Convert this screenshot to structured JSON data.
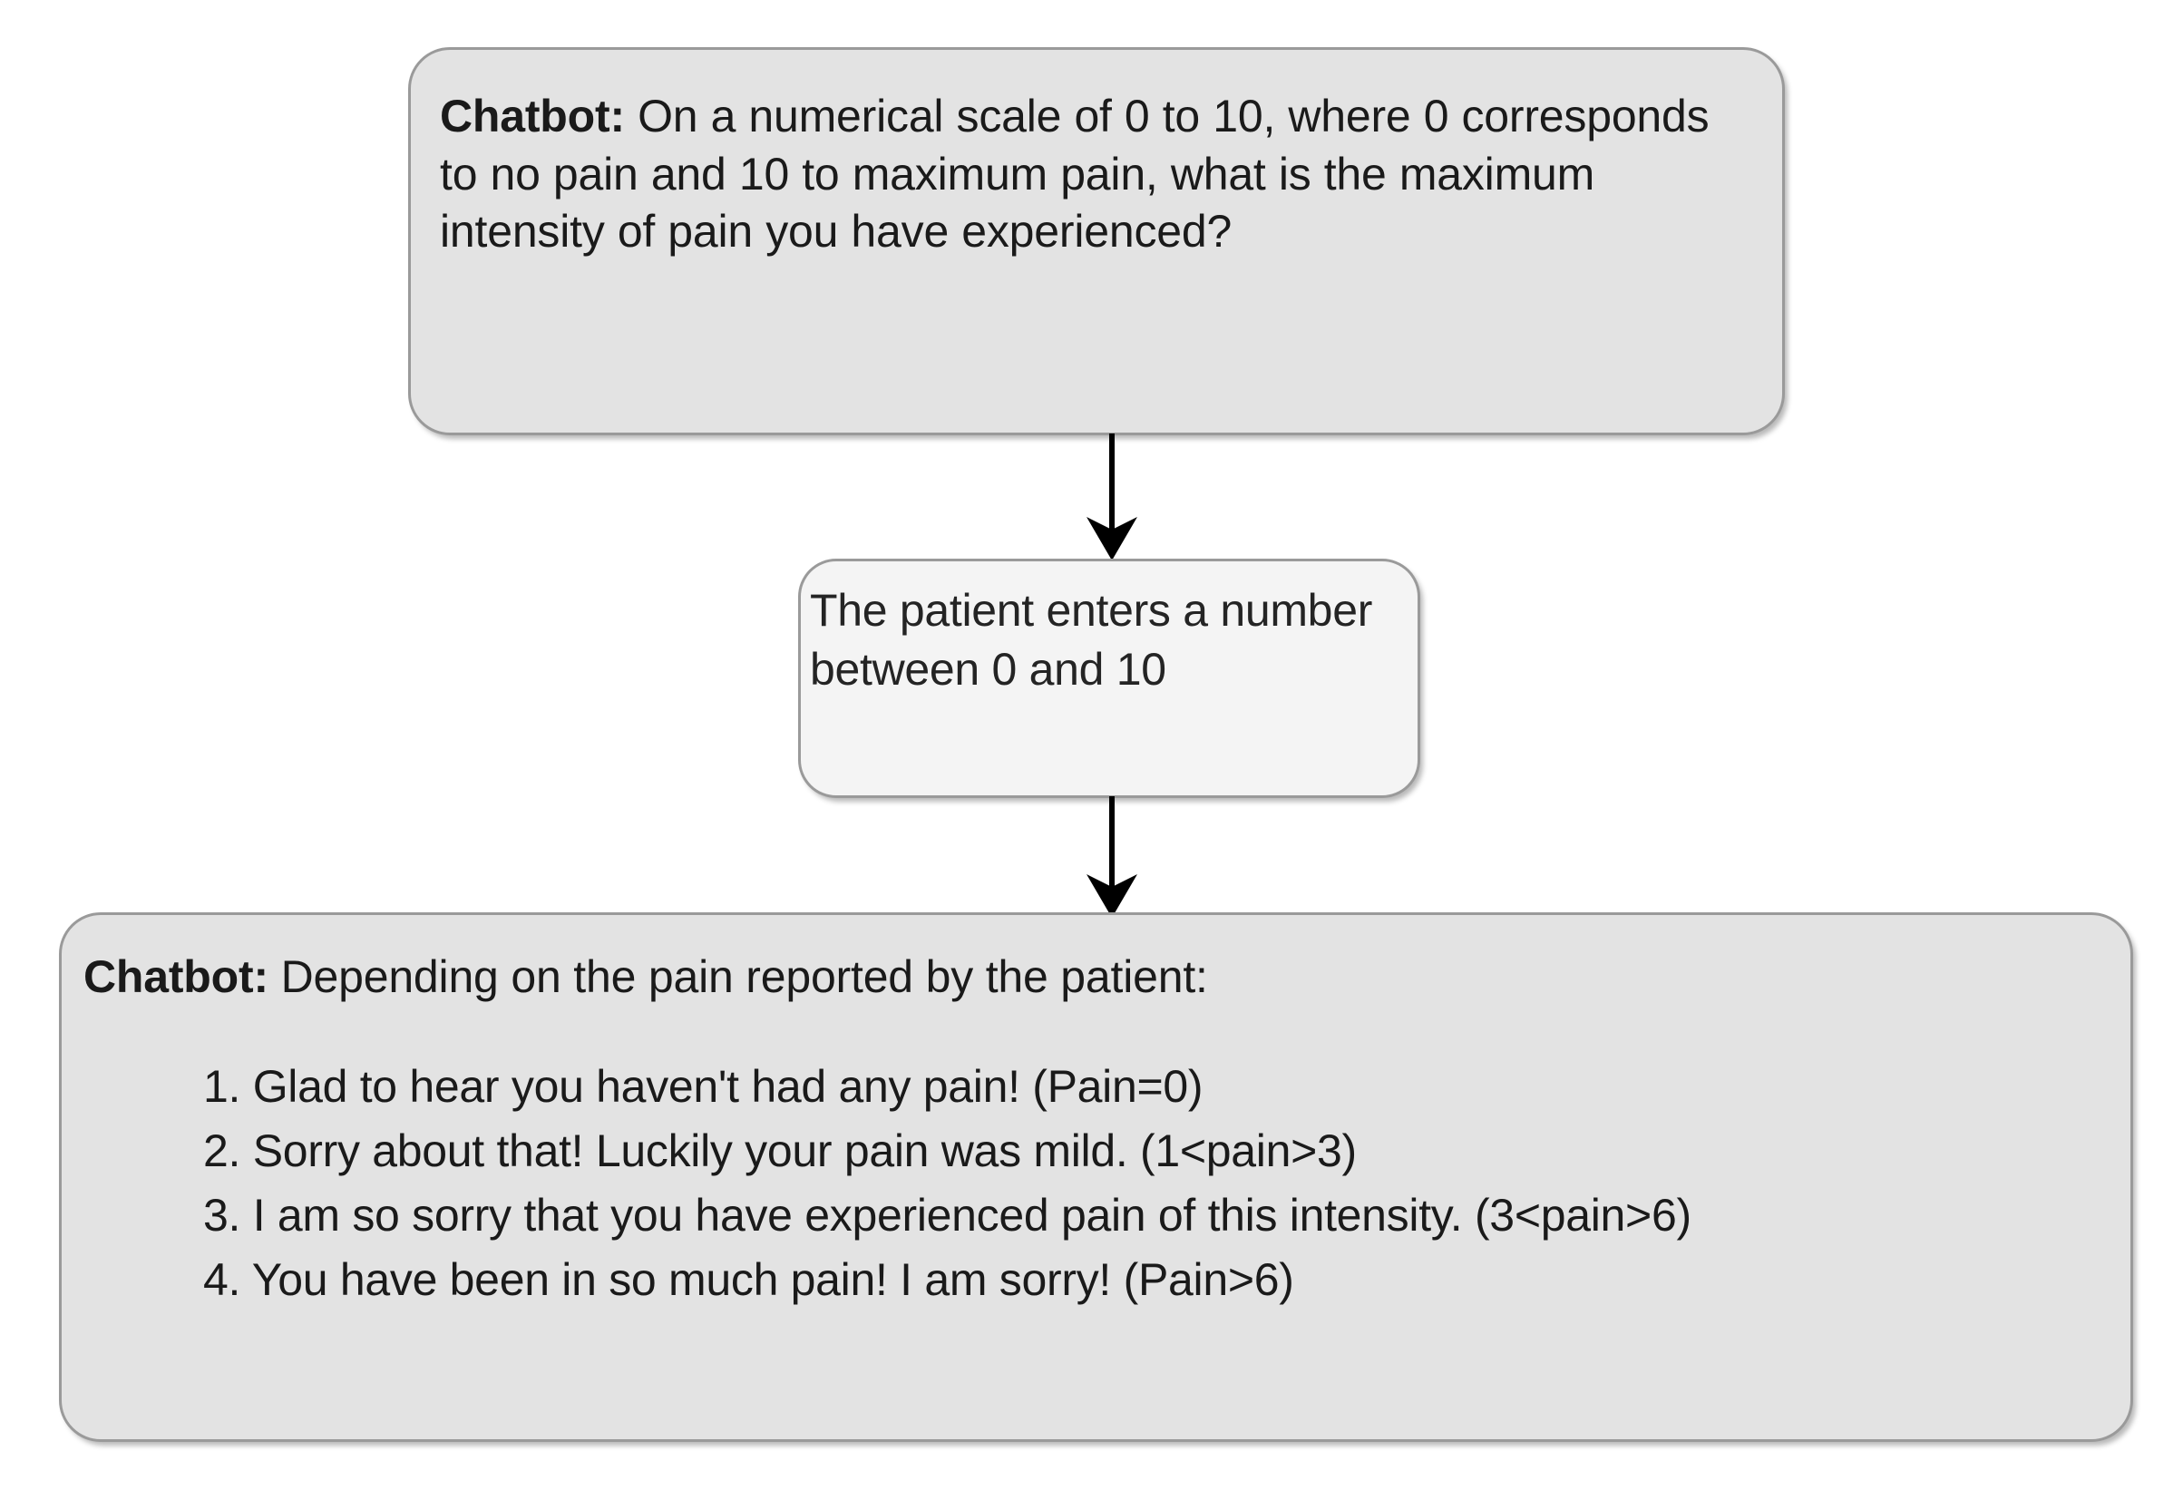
{
  "diagram": {
    "type": "flowchart",
    "orientation": "vertical",
    "background": "#ffffff",
    "node_fill_chatbot": "#e3e3e3",
    "node_fill_patient": "#f4f4f4",
    "node_border": "#9a9a9a",
    "text_color": "#1a1a1a",
    "connector_color": "#000000"
  },
  "nodes": {
    "question": {
      "speaker": "Chatbot:",
      "body": " On a numerical scale of 0 to 10, where 0 corresponds to no pain and 10 to maximum pain, what is the maximum intensity of pain you have experienced?"
    },
    "patient_input": {
      "text": "The patient enters a number between 0 and 10"
    },
    "answers": {
      "speaker": "Chatbot:",
      "lead": " Depending on the pain reported by the patient:",
      "items": [
        "Glad to hear you haven't had any pain! (Pain=0)",
        "Sorry about that! Luckily your pain was mild. (1<pain>3)",
        "I am so sorry that you have experienced pain of this intensity. (3<pain>6)",
        "You have been in so much pain! I am sorry! (Pain>6)"
      ]
    }
  },
  "connectors": [
    {
      "name": "question-to-input",
      "from": "question",
      "to": "patient_input",
      "style": "solid-arrow-down"
    },
    {
      "name": "input-to-answers",
      "from": "patient_input",
      "to": "answers",
      "style": "solid-arrow-down"
    }
  ]
}
